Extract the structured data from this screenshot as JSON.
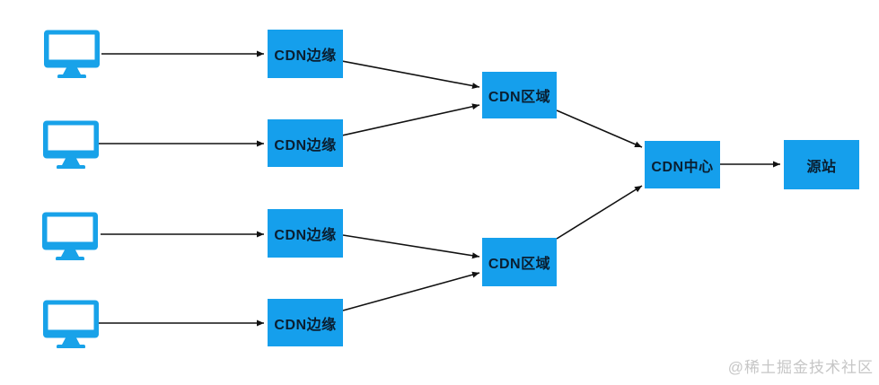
{
  "diagram": {
    "nodes": {
      "edge1": "CDN边缘",
      "edge2": "CDN边缘",
      "edge3": "CDN边缘",
      "edge4": "CDN边缘",
      "region1": "CDN区域",
      "region2": "CDN区域",
      "center": "CDN中心",
      "origin": "源站"
    },
    "clients": [
      "client-1",
      "client-2",
      "client-3",
      "client-4"
    ],
    "edges": [
      {
        "from": "client-1",
        "to": "edge1"
      },
      {
        "from": "client-2",
        "to": "edge2"
      },
      {
        "from": "client-3",
        "to": "edge3"
      },
      {
        "from": "client-4",
        "to": "edge4"
      },
      {
        "from": "edge1",
        "to": "region1"
      },
      {
        "from": "edge2",
        "to": "region1"
      },
      {
        "from": "edge3",
        "to": "region2"
      },
      {
        "from": "edge4",
        "to": "region2"
      },
      {
        "from": "region1",
        "to": "center"
      },
      {
        "from": "region2",
        "to": "center"
      },
      {
        "from": "center",
        "to": "origin"
      }
    ]
  },
  "watermark": {
    "text": "@稀土掘金技术社区"
  },
  "colors": {
    "node_fill": "#159fec",
    "node_text": "#0a1e30",
    "icon_fill": "#18a2e9",
    "arrow": "#111111",
    "watermark": "#c6c6c6",
    "background": "#ffffff"
  }
}
